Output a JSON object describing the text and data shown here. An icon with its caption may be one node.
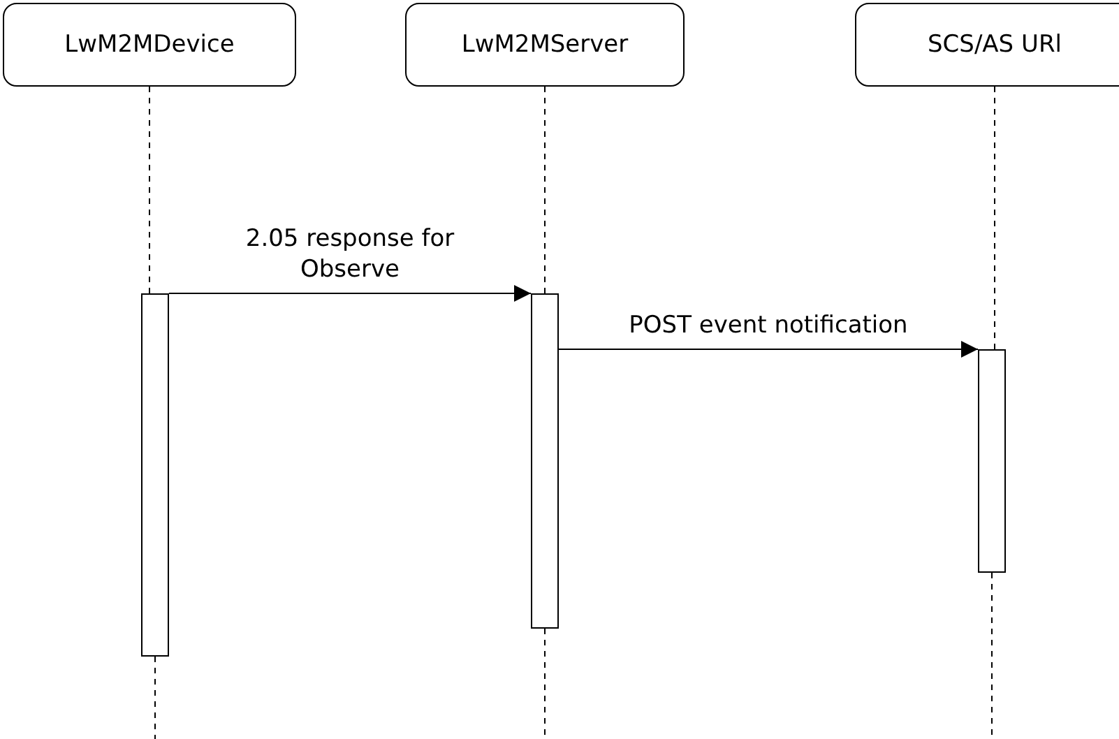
{
  "diagram": {
    "nodes": [
      {
        "text": [
          "LwM2MDevice"
        ]
      },
      {
        "text": [
          "LwM2MServer"
        ]
      },
      {
        "text": [
          "SCS/AS URl"
        ]
      },
      {
        "text": [],
        "shape": "bar"
      },
      {
        "text": [],
        "shape": "bar"
      },
      {
        "text": [],
        "shape": "bar"
      }
    ],
    "edges": [
      {
        "from": 0,
        "to": 3,
        "arrow": "none",
        "style": "dashed"
      },
      {
        "from": 1,
        "to": 4,
        "arrow": "none",
        "style": "dashed"
      },
      {
        "from": 2,
        "to": 5,
        "arrow": "none",
        "style": "dashed"
      },
      {
        "from": 3,
        "to": 4,
        "arrow": "to",
        "label": "2.05 response for Observe"
      },
      {
        "from": 4,
        "to": 5,
        "arrow": "to",
        "label": "POST event notification"
      }
    ]
  }
}
